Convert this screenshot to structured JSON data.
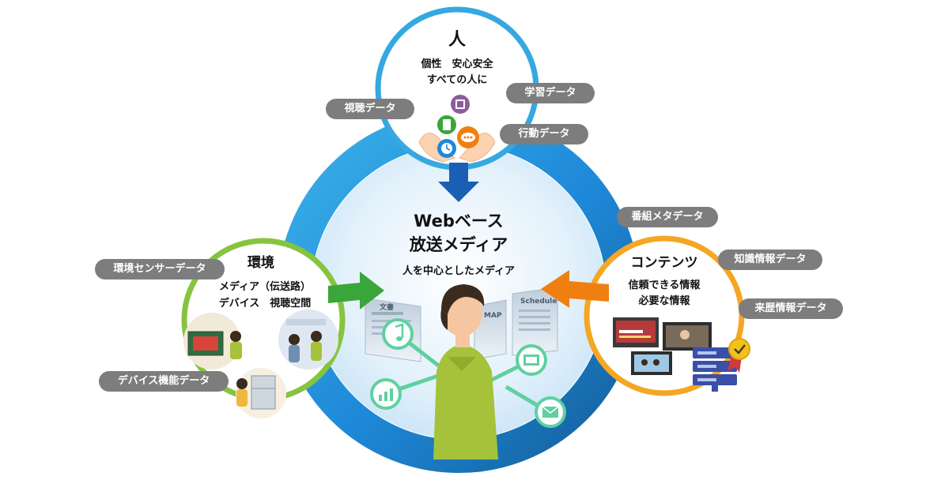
{
  "colors": {
    "ring_blue": "#1e88d8",
    "ring_dark": "#145f9a",
    "person_circle": "#36a8e0",
    "env_circle": "#86c440",
    "content_circle": "#f5a623",
    "arrow_blue": "#1b5fb5",
    "arrow_green": "#3aa63a",
    "arrow_orange": "#f07f12",
    "pill_gray": "#7d7d7d",
    "jacket_green": "#a5c23a",
    "icon_green": "#5fd0a0"
  },
  "person_circle": {
    "title": "人",
    "line1": "個性　安心安全",
    "line2": "すべての人に"
  },
  "center": {
    "title1": "Webベース",
    "title2": "放送メディア",
    "subtitle": "人を中心としたメディア"
  },
  "environment": {
    "title": "環境",
    "line1": "メディア（伝送路）",
    "line2": "デバイス　視聴空間"
  },
  "content": {
    "title": "コンテンツ",
    "line1": "信頼できる情報",
    "line2": "必要な情報"
  },
  "tags": {
    "viewing": "視聴データ",
    "learning": "学習データ",
    "behavior": "行動データ",
    "program_meta": "番組メタデータ",
    "knowledge": "知識情報データ",
    "history": "来歴情報データ",
    "env_sensor": "環境センサーデータ",
    "device_func": "デバイス機能データ"
  },
  "panel_labels": {
    "p1": "文書",
    "p2": "MAP",
    "p3": "Schedule"
  },
  "icons": {
    "person": [
      "film-icon",
      "tablet-icon",
      "chat-icon",
      "clock-icon",
      "hands-icon"
    ],
    "center": [
      "music-note-icon",
      "chart-icon",
      "video-icon",
      "mail-icon"
    ],
    "content": [
      "server-icon",
      "certified-badge-icon"
    ]
  }
}
